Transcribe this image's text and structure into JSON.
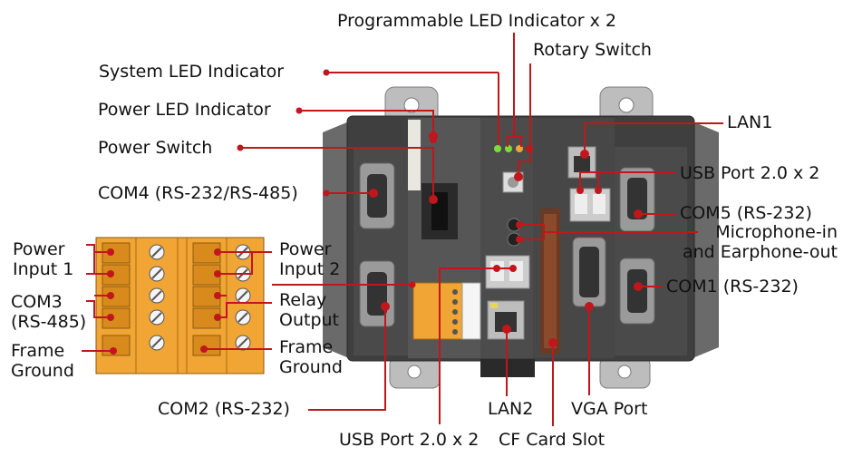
{
  "labels": {
    "prog_led": "Programmable LED Indicator x 2",
    "rotary": "Rotary Switch",
    "system_led": "System LED Indicator",
    "power_led": "Power LED Indicator",
    "power_switch": "Power Switch",
    "lan1": "LAN1",
    "usb_right": "USB Port 2.0 x 2",
    "com4": "COM4 (RS-232/RS-485)",
    "com5": "COM5 (RS-232)",
    "mic": "Microphone-in\nand Earphone-out",
    "com1": "COM1 (RS-232)",
    "power_in1": "Power\nInput 1",
    "power_in2": "Power\nInput 2",
    "com3": "COM3\n(RS-485)",
    "relay": "Relay\nOutput",
    "fg_left": "Frame\nGround",
    "fg_right": "Frame\nGround",
    "com2": "COM2 (RS-232)",
    "lan2": "LAN2",
    "vga": "VGA Port",
    "usb_bottom": "USB Port 2.0 x 2",
    "cf": "CF Card Slot"
  },
  "colors": {
    "leader": "#c0161c",
    "body": "#3d3d3d",
    "terminal": "#f0a534"
  }
}
